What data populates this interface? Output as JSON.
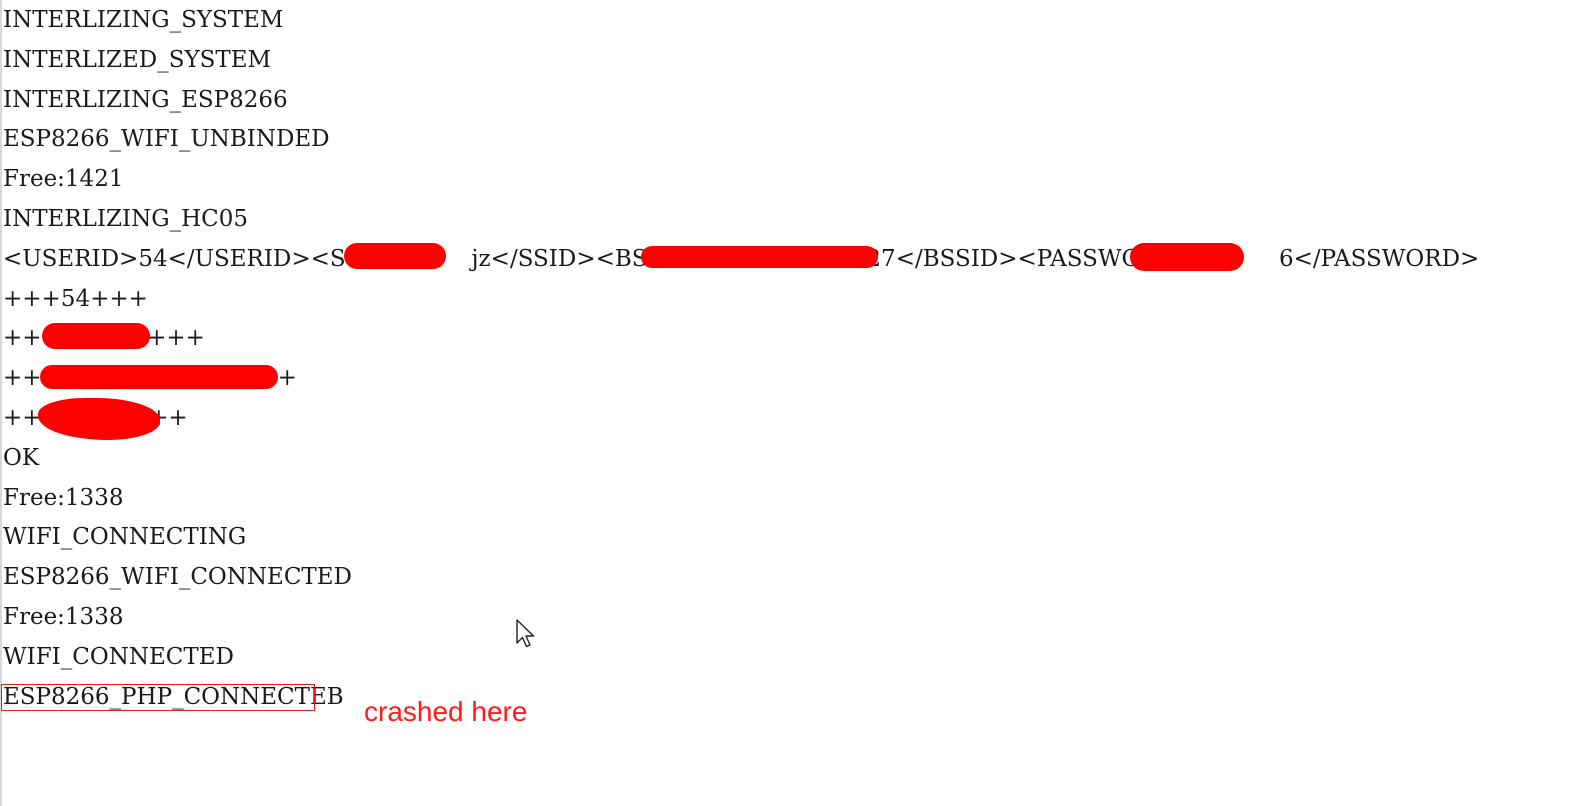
{
  "log_lines": [
    "INTERLIZING_SYSTEM",
    "INTERLIZED_SYSTEM",
    "INTERLIZING_ESP8266",
    "ESP8266_WIFI_UNBINDED",
    "Free:1421",
    "INTERLIZING_HC05",
    "<USERID>54</USERID><SSID>C        jz</SSID><BSSID>4e                     :27</BSSID><PASSWORD>2            6</PASSWORD>",
    "+++54+++",
    "+++               +++",
    "+++                               +++",
    "+++            +++",
    "OK",
    "Free:1338",
    "WIFI_CONNECTING",
    "ESP8266_WIFI_CONNECTED",
    "Free:1338",
    "WIFI_CONNECTED",
    "ESP8266_PHP_CONNECTEB"
  ],
  "annotation": {
    "text": "crashed here",
    "color": "#ff1a1a"
  },
  "redaction_color": "#ff0000",
  "cursor_icon": "mouse-pointer-icon"
}
